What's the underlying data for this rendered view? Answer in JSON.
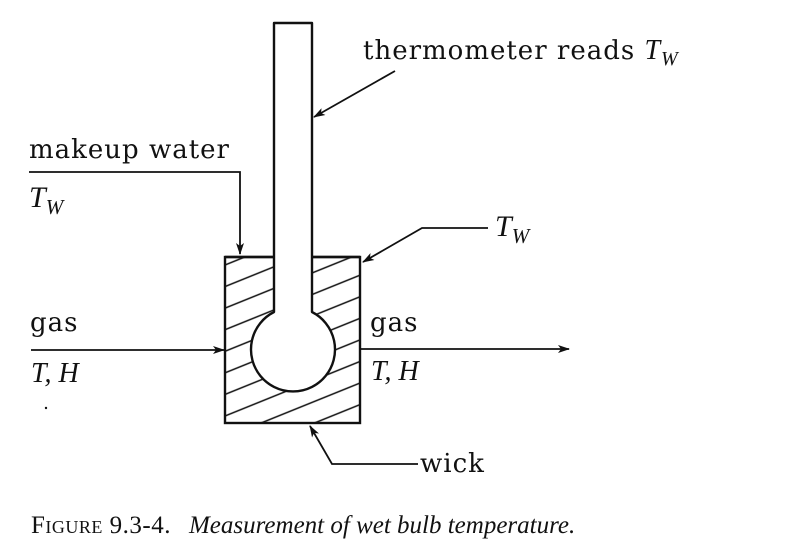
{
  "diagram": {
    "labels": {
      "thermometer": "thermometer reads ",
      "thermometer_var": "T",
      "thermometer_sub": "W",
      "makeup_water": "makeup water",
      "makeup_var": "T",
      "makeup_sub": "W",
      "wick_temp_var": "T",
      "wick_temp_sub": "W",
      "gas_in": "gas",
      "gas_in_props": "T, H",
      "gas_out": "gas",
      "gas_out_props": "T, H",
      "wick": "wick"
    },
    "components": [
      "thermometer-stem",
      "thermometer-bulb",
      "wick-block",
      "makeup-water-line",
      "gas-inlet-line",
      "gas-outlet-line"
    ],
    "colors": {
      "ink": "#111111",
      "background": "#ffffff"
    }
  },
  "caption": {
    "figure_number": "Figure 9.3-4.",
    "title": "Measurement of wet bulb temperature."
  }
}
